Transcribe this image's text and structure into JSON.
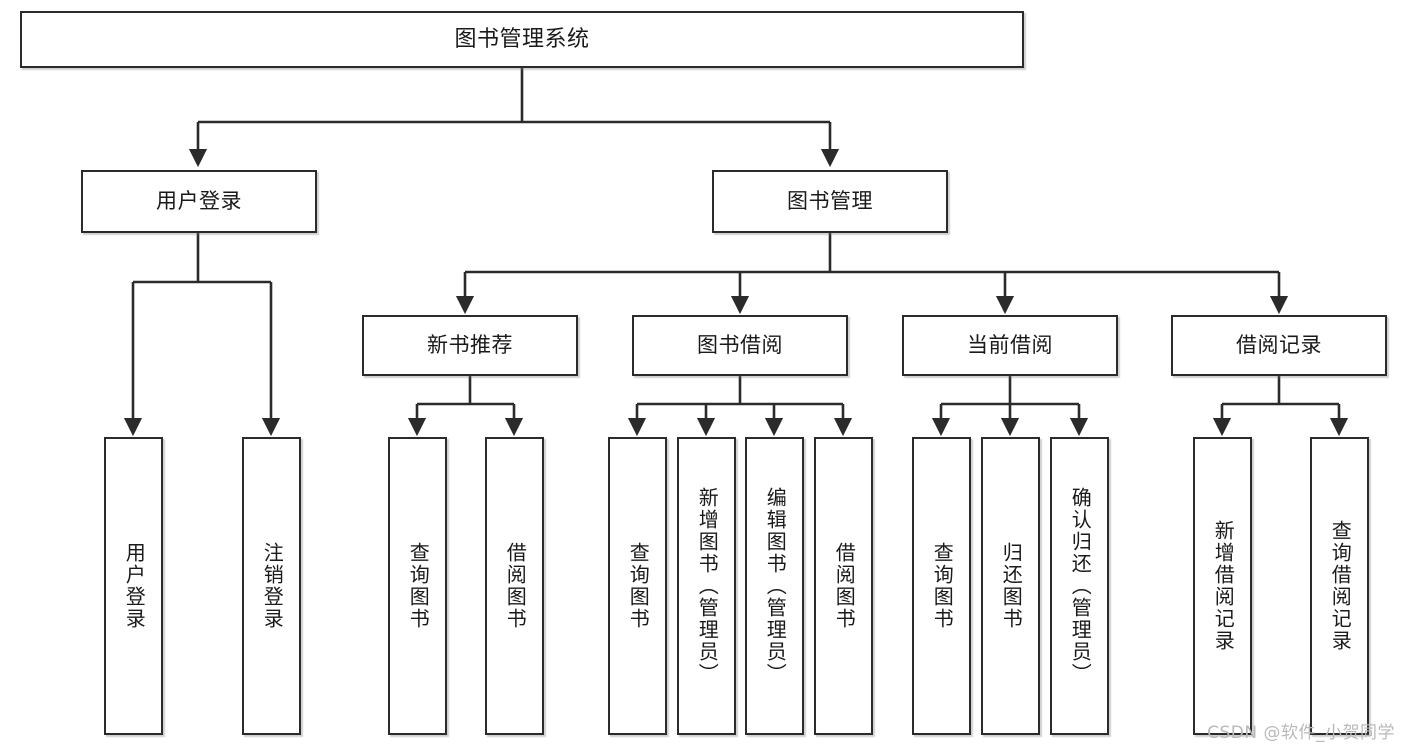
{
  "diagram": {
    "title": "图书管理系统",
    "type": "tree",
    "colors": {
      "box_border": "#2b2b2b",
      "box_fill": "#ffffff",
      "edge": "#2b2b2b",
      "text": "#1a1a1a",
      "watermark": "#b9b9b9",
      "background": "#ffffff"
    },
    "nodes": {
      "root": {
        "label": "图书管理系统"
      },
      "level2": [
        {
          "id": "user-login",
          "label": "用户登录"
        },
        {
          "id": "book-manage",
          "label": "图书管理"
        }
      ],
      "level3": [
        {
          "id": "new-book-recommend",
          "label": "新书推荐"
        },
        {
          "id": "book-borrow",
          "label": "图书借阅"
        },
        {
          "id": "current-borrow",
          "label": "当前借阅"
        },
        {
          "id": "borrow-record",
          "label": "借阅记录"
        }
      ],
      "leaves": [
        {
          "id": "leaf-user-login",
          "label": "用户登录",
          "parent": "user-login"
        },
        {
          "id": "leaf-logout-login",
          "label": "注销登录",
          "parent": "user-login"
        },
        {
          "id": "leaf-query-book-1",
          "label": "查询图书",
          "parent": "new-book-recommend"
        },
        {
          "id": "leaf-borrow-book-1",
          "label": "借阅图书",
          "parent": "new-book-recommend"
        },
        {
          "id": "leaf-query-book-2",
          "label": "查询图书",
          "parent": "book-borrow"
        },
        {
          "id": "leaf-add-book",
          "label": "新增图书（管理员）",
          "parent": "book-borrow"
        },
        {
          "id": "leaf-edit-book",
          "label": "编辑图书（管理员）",
          "parent": "book-borrow"
        },
        {
          "id": "leaf-borrow-book-2",
          "label": "借阅图书",
          "parent": "book-borrow"
        },
        {
          "id": "leaf-query-book-3",
          "label": "查询图书",
          "parent": "current-borrow"
        },
        {
          "id": "leaf-return-book",
          "label": "归还图书",
          "parent": "current-borrow"
        },
        {
          "id": "leaf-confirm-return",
          "label": "确认归还（管理员）",
          "parent": "current-borrow"
        },
        {
          "id": "leaf-add-record",
          "label": "新增借阅记录",
          "parent": "borrow-record"
        },
        {
          "id": "leaf-query-record",
          "label": "查询借阅记录",
          "parent": "borrow-record"
        }
      ]
    },
    "watermark": "CSDN @软件_小贺同学"
  }
}
